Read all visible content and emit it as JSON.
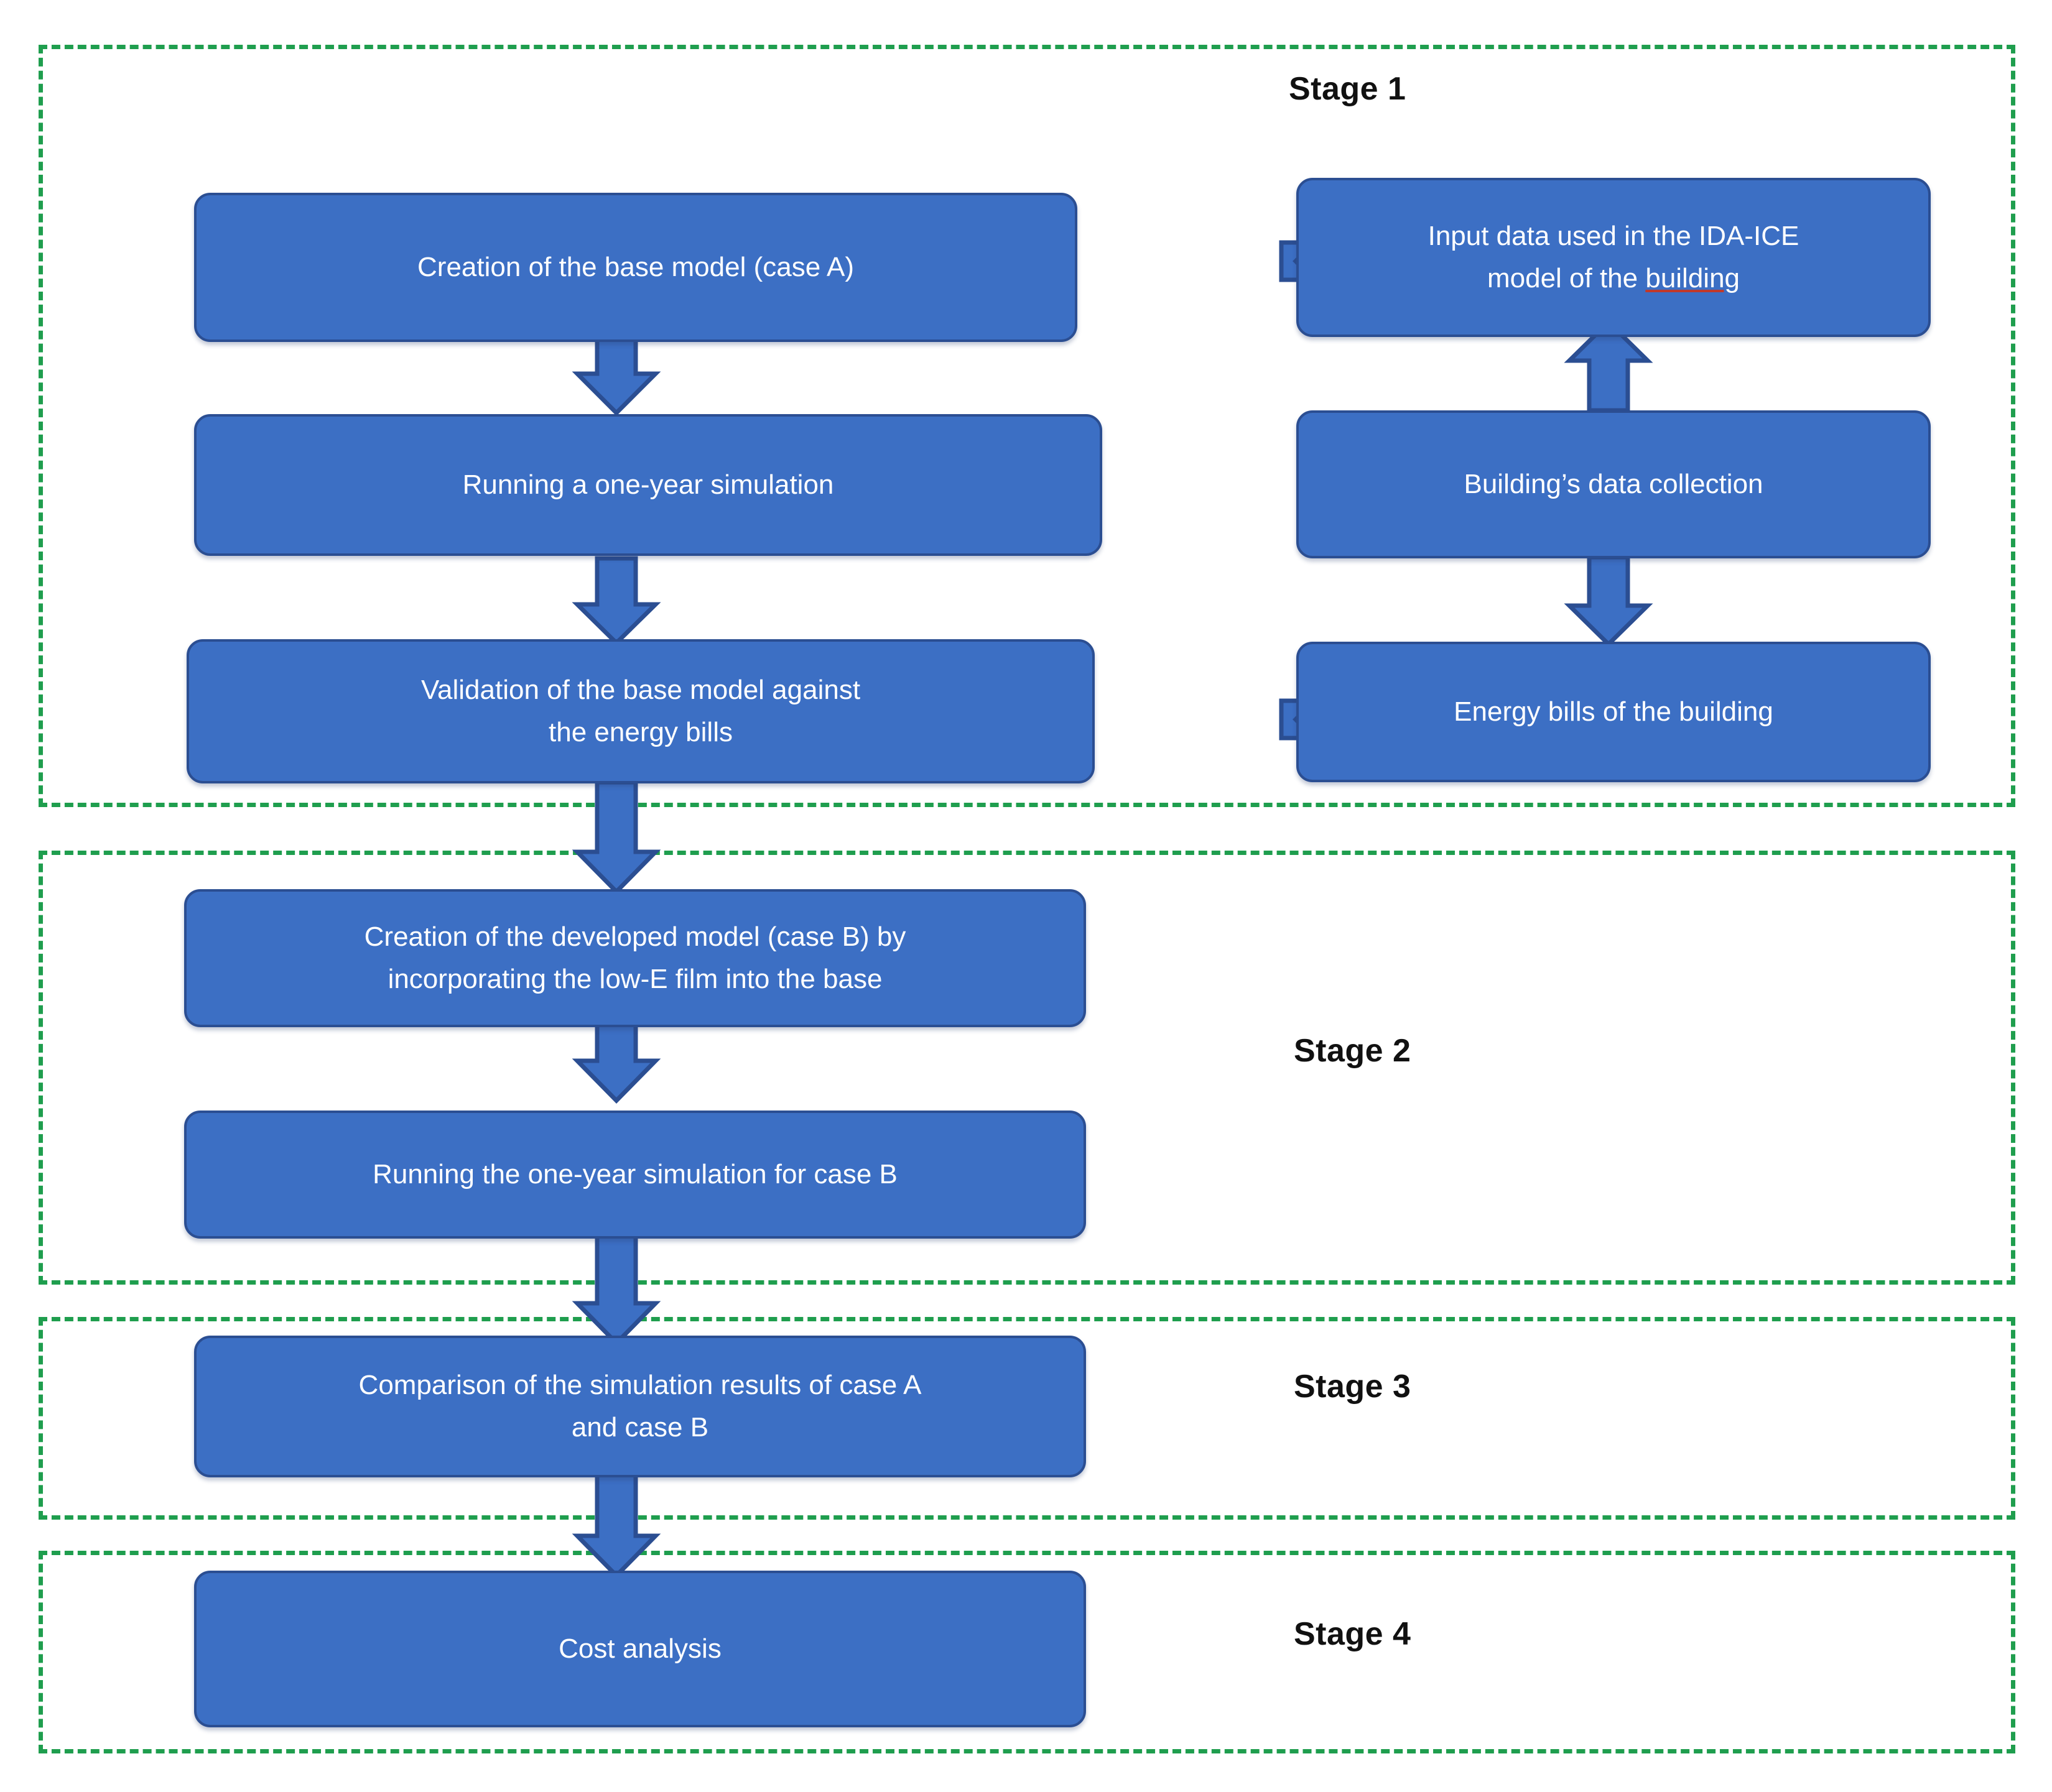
{
  "figure": {
    "type": "flowchart",
    "orientation": "top-to-bottom",
    "background_color": "#ffffff",
    "node_fill_color": "#3c6fc4",
    "node_border_color": "#2b4e92",
    "node_text_color": "#ffffff",
    "stage_border_color": "#1f9e4e",
    "arrow_fill_color": "#3c6fc4",
    "arrow_border_color": "#2b4e92"
  },
  "stages": [
    {
      "id": "stage-1",
      "label": "Stage 1"
    },
    {
      "id": "stage-2",
      "label": "Stage 2"
    },
    {
      "id": "stage-3",
      "label": "Stage 3"
    },
    {
      "id": "stage-4",
      "label": "Stage 4"
    }
  ],
  "nodes": {
    "base_model": {
      "line1": "Creation of the base model (case A)"
    },
    "input_data": {
      "line1": "Input data used in the IDA-ICE",
      "line2a": "model of the ",
      "line2b": "building"
    },
    "run_sim_a": {
      "line1": "Running a one-year simulation"
    },
    "data_collection": {
      "line1": "Building’s data collection"
    },
    "validation": {
      "line1": "Validation of the base model against",
      "line2": "the energy bills"
    },
    "energy_bills": {
      "line1": "Energy bills of the building"
    },
    "developed_model": {
      "line1": "Creation of the developed model (case B) by",
      "line2": "incorporating the low-E film into the base"
    },
    "run_sim_b": {
      "line1": "Running the one-year simulation for case B"
    },
    "comparison": {
      "line1": "Comparison of the simulation results of case A",
      "line2": "and case B"
    },
    "cost_analysis": {
      "line1": "Cost analysis"
    }
  },
  "connections": [
    {
      "from": "input_data",
      "to": "base_model",
      "direction": "left",
      "style": "block-arrow"
    },
    {
      "from": "base_model",
      "to": "run_sim_a",
      "direction": "down",
      "style": "block-arrow"
    },
    {
      "from": "data_collection",
      "to": "input_data",
      "direction": "up",
      "style": "block-arrow"
    },
    {
      "from": "run_sim_a",
      "to": "validation",
      "direction": "down",
      "style": "block-arrow"
    },
    {
      "from": "data_collection",
      "to": "energy_bills",
      "direction": "down",
      "style": "block-arrow"
    },
    {
      "from": "energy_bills",
      "to": "validation",
      "direction": "left",
      "style": "block-arrow"
    },
    {
      "from": "validation",
      "to": "developed_model",
      "direction": "down",
      "style": "block-arrow"
    },
    {
      "from": "developed_model",
      "to": "run_sim_b",
      "direction": "down",
      "style": "block-arrow"
    },
    {
      "from": "run_sim_b",
      "to": "comparison",
      "direction": "down",
      "style": "block-arrow"
    },
    {
      "from": "comparison",
      "to": "cost_analysis",
      "direction": "down",
      "style": "block-arrow"
    }
  ]
}
